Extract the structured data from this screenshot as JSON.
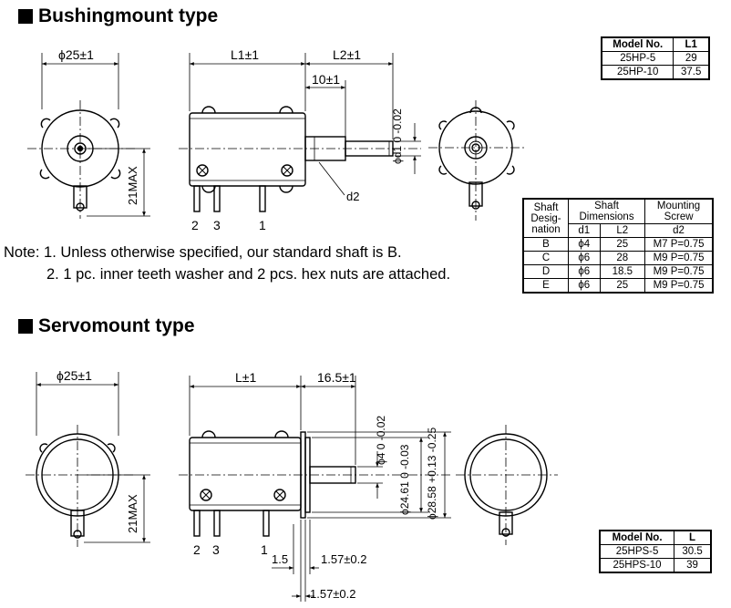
{
  "headings": {
    "bushing": "Bushingmount type",
    "servo": "Servomount type"
  },
  "notes": {
    "line1": "Note: 1. Unless otherwise specified, our standard shaft is B.",
    "line2": "2. 1 pc. inner teeth washer and 2 pcs. hex nuts are attached."
  },
  "bushing_model_table": {
    "headers": [
      "Model No.",
      "L1"
    ],
    "rows": [
      [
        "25HP-5",
        "29"
      ],
      [
        "25HP-10",
        "37.5"
      ]
    ]
  },
  "shaft_table": {
    "head_designation": "Shaft Desig- nation",
    "head_dimensions": "Shaft Dimensions",
    "head_screw": "Mounting Screw",
    "sub_d1": "d1",
    "sub_l2": "L2",
    "sub_d2": "d2",
    "rows": [
      [
        "B",
        "ϕ4",
        "25",
        "M7 P=0.75"
      ],
      [
        "C",
        "ϕ6",
        "28",
        "M9 P=0.75"
      ],
      [
        "D",
        "ϕ6",
        "18.5",
        "M9 P=0.75"
      ],
      [
        "E",
        "ϕ6",
        "25",
        "M9 P=0.75"
      ]
    ]
  },
  "servo_model_table": {
    "headers": [
      "Model No.",
      "L"
    ],
    "rows": [
      [
        "25HPS-5",
        "30.5"
      ],
      [
        "25HPS-10",
        "39"
      ]
    ]
  },
  "dimensions": {
    "b_phi25": "ϕ25±1",
    "b_L1": "L1±1",
    "b_L2": "L2±1",
    "b_10": "10±1",
    "b_phid1": "ϕd1 0 -0.02",
    "b_21max": "21MAX",
    "b_d2": "d2",
    "b_pins": [
      "2",
      "3",
      "1"
    ],
    "s_phi25": "ϕ25±1",
    "s_L": "L±1",
    "s_16_5": "16.5±1",
    "s_phi4": "ϕ4 0 -0.02",
    "s_phi24_61": "ϕ24.61 0 -0.03",
    "s_phi28_58": "ϕ28.58 +0.13 -0.25",
    "s_21max": "21MAX",
    "s_pins": [
      "2",
      "3",
      "1"
    ],
    "s_1_5": "1.5",
    "s_1_57a": "1.57±0.2",
    "s_1_57b": "1.57±0.2"
  }
}
